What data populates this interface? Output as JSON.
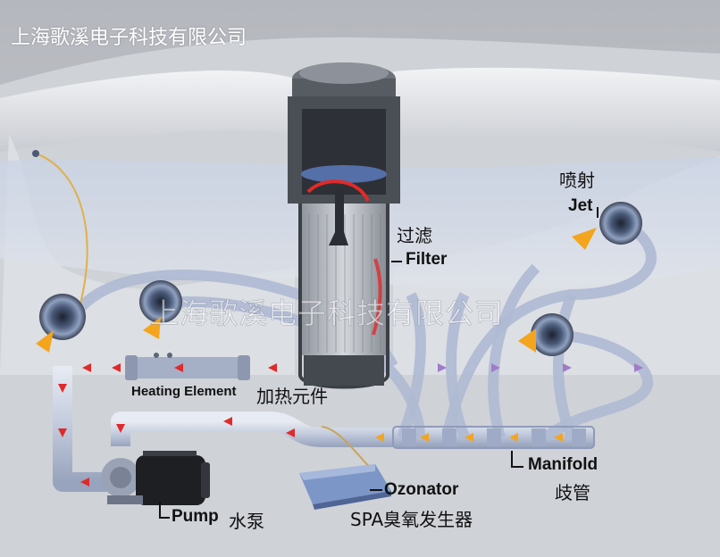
{
  "header": {
    "company_name": "上海歌溪电子科技有限公司"
  },
  "watermark": {
    "text": "上海歌溪电子科技有限公司"
  },
  "labels": {
    "jet_cn": "喷射",
    "jet_en": "Jet",
    "filter_cn": "过滤",
    "filter_en": "Filter",
    "heating_en": "Heating Element",
    "heating_cn": "加热元件",
    "manifold_en": "Manifold",
    "manifold_cn": "歧管",
    "ozonator_en": "Ozonator",
    "ozonator_cn": "SPA臭氧发生器",
    "pump_en": "Pump",
    "pump_cn": "水泵"
  },
  "colors": {
    "tub_shell": "#e4e6ea",
    "water": "#b9c7e0",
    "pipe": "#c4cde2",
    "flow_red": "#e02a2a",
    "flow_orange": "#f3a51e",
    "flow_purple": "#a07cc8",
    "filter_body": "#5c6169",
    "ozonator": "#7c96c8"
  }
}
